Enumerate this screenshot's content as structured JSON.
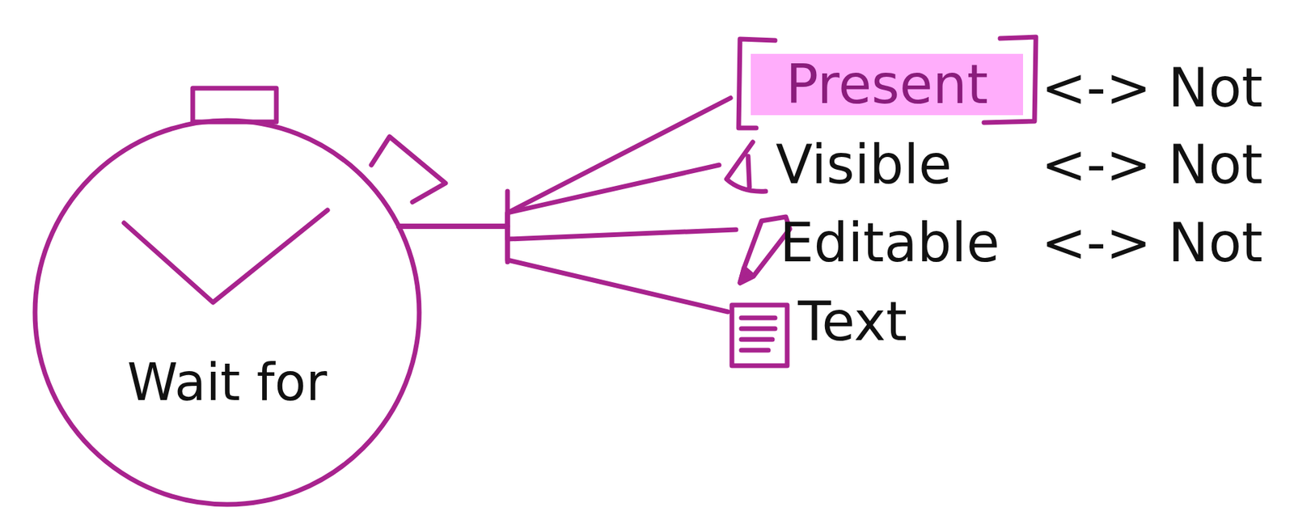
{
  "diagram": {
    "nodes": [
      {
        "text": [
          "Wait for"
        ]
      },
      {
        "text": [
          "Present"
        ]
      },
      {
        "text": [
          "Visible"
        ]
      },
      {
        "text": [
          "Editable"
        ]
      },
      {
        "text": [
          "Text"
        ]
      }
    ],
    "edges": [
      {
        "from": 0,
        "to": 1,
        "arrow": "none"
      },
      {
        "from": 0,
        "to": 2,
        "arrow": "none"
      },
      {
        "from": 0,
        "to": 3,
        "arrow": "none"
      },
      {
        "from": 0,
        "to": 4,
        "arrow": "none"
      }
    ],
    "labels": [
      "<-> Not",
      "<-> Not",
      "<-> Not"
    ]
  }
}
